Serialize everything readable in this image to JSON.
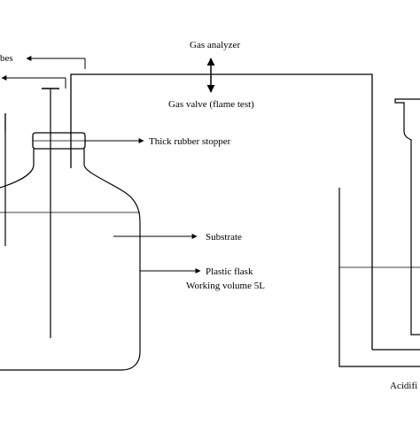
{
  "labels": {
    "tubes": "bes",
    "gas_analyzer": "Gas analyzer",
    "gas_valve": "Gas valve (flame test)",
    "stopper": "Thick rubber stopper",
    "substrate": "Substrate",
    "flask_line1": "Plastic flask",
    "flask_line2": "Working volume 5L",
    "acidified": "Acidifi"
  },
  "colors": {
    "stroke": "#000000",
    "background": "#ffffff"
  }
}
